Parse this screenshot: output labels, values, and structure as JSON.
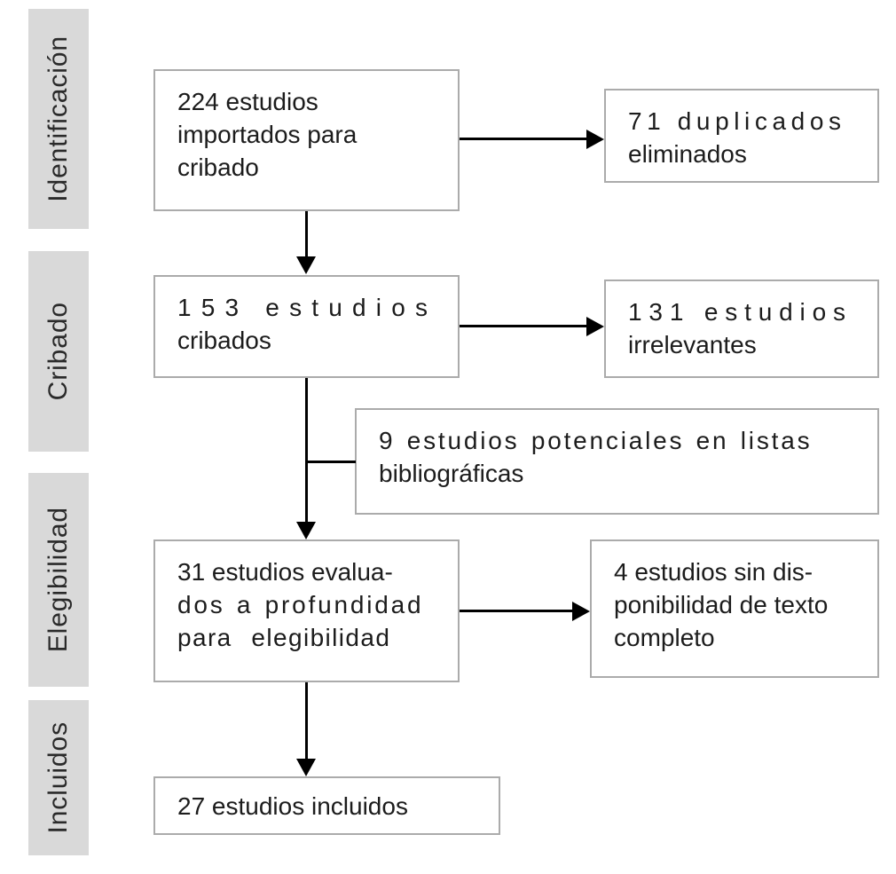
{
  "diagram": {
    "type": "flowchart",
    "stages": [
      {
        "id": "identificacion",
        "label": "Identificación"
      },
      {
        "id": "cribado",
        "label": "Cribado"
      },
      {
        "id": "elegibilidad",
        "label": "Elegibilidad"
      },
      {
        "id": "incluidos",
        "label": "Incluidos"
      }
    ],
    "boxes": {
      "imported": {
        "lines": [
          "224 estudios",
          "importados para",
          "cribado"
        ]
      },
      "duplicates_removed": {
        "lines": [
          "71 duplicados",
          "eliminados"
        ]
      },
      "screened": {
        "lines": [
          "153 estudios",
          "cribados"
        ]
      },
      "irrelevant": {
        "lines": [
          "131 estudios",
          "irrelevantes"
        ]
      },
      "potential_from_lists": {
        "lines": [
          "9 estudios potenciales en listas",
          "bibliográficas"
        ]
      },
      "assessed": {
        "lines": [
          "31 estudios evalua-",
          "dos a profundidad",
          "para elegibilidad"
        ]
      },
      "no_full_text": {
        "lines": [
          "4 estudios sin dis-",
          "ponibilidad de texto",
          "completo"
        ]
      },
      "included": {
        "lines": [
          "27 estudios incluidos"
        ]
      }
    },
    "colors": {
      "stage_background": "#d9d9d9",
      "box_border": "#ababab",
      "arrow": "#000000",
      "text": "#1c1c1c"
    }
  }
}
